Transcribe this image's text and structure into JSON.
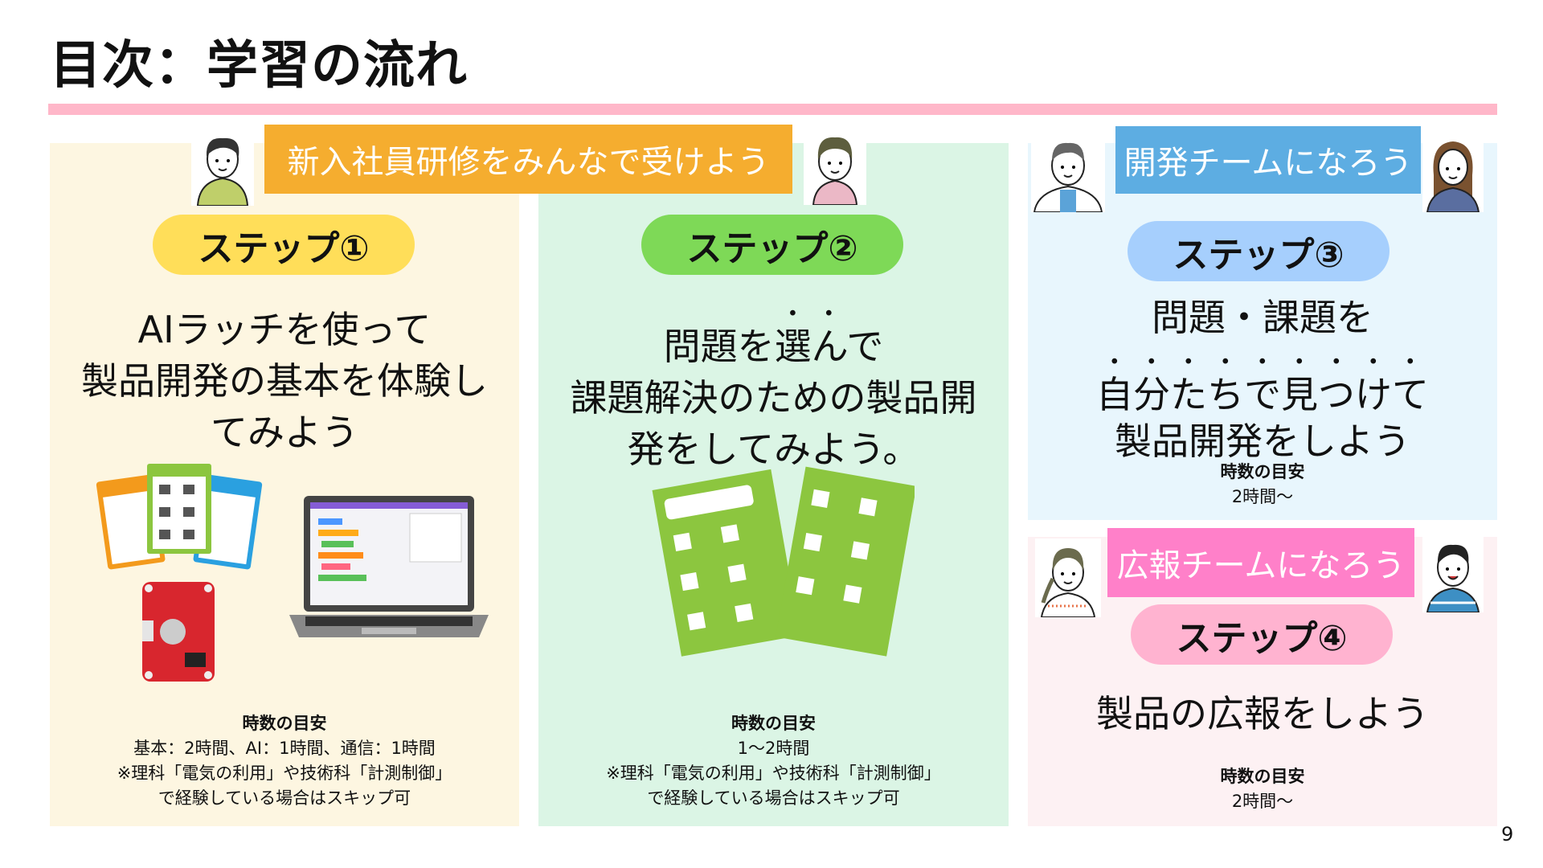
{
  "title": "目次：学習の流れ",
  "page_number": "9",
  "banners": {
    "training": "新入社員研修をみんなで受けよう",
    "dev_team": "開発チームになろう",
    "pr_team": "広報チームになろう"
  },
  "steps": [
    {
      "label": "ステップ①",
      "lines": [
        "AIラッチを使って",
        "製品開発の基本を体験し",
        "てみよう"
      ],
      "time_heading": "時数の目安",
      "time_lines": [
        "基本：2時間、AI：1時間、通信：1時間",
        "※理科「電気の利用」や技術科「計測制御」",
        "で経験している場合はスキップ可"
      ]
    },
    {
      "label": "ステップ②",
      "line1_pre": "問題を",
      "line1_em": "選ん",
      "line1_post": "で",
      "lines": [
        "課題解決のための製品開",
        "発をしてみよう。"
      ],
      "time_heading": "時数の目安",
      "time_lines": [
        "1〜2時間",
        "※理科「電気の利用」や技術科「計測制御」",
        "で経験している場合はスキップ可"
      ]
    },
    {
      "label": "ステップ③",
      "line1": "問題・課題を",
      "line2_em": "自分たちで見つけて",
      "line3": "製品開発をしよう",
      "time_heading": "時数の目安",
      "time_lines": [
        "2時間〜"
      ]
    },
    {
      "label": "ステップ④",
      "lines": [
        "製品の広報をしよう"
      ],
      "time_heading": "時数の目安",
      "time_lines": [
        "2時間〜"
      ]
    }
  ],
  "colors": {
    "rule": "#ffb7c9",
    "orange": "#f5ad2f",
    "blue": "#5dade2",
    "pink": "#ff80c9",
    "step1": "#ffde59",
    "step2": "#7ed957",
    "step3": "#a6cffd",
    "step4": "#ffb3d0"
  }
}
